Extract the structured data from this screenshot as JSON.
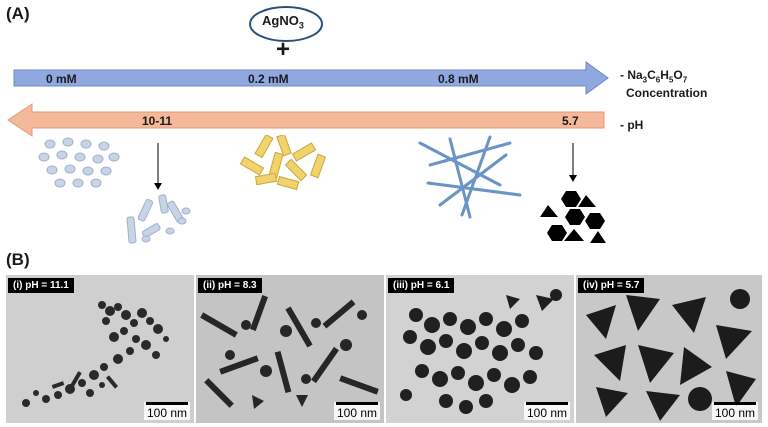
{
  "panel_a": {
    "label": "(A)",
    "reagent": "AgNO",
    "reagent_sub": "3",
    "plus": "+",
    "citrate_axis": {
      "ticks": [
        "0 mM",
        "0.2 mM",
        "0.8 mM"
      ],
      "label_prefix": "- Na",
      "label_parts": [
        {
          "t": "C",
          "s": "6"
        },
        {
          "t": "H",
          "s": "5"
        },
        {
          "t": "O",
          "s": "7"
        }
      ],
      "label_n3": "3",
      "label_line2": "Concentration",
      "color": "#8fa8e0"
    },
    "ph_axis": {
      "left_value": "10-11",
      "right_value": "5.7",
      "label": "- pH",
      "color": "#f4b89a"
    }
  },
  "panel_b": {
    "label": "(B)",
    "images": [
      {
        "tag": "(i) pH = 11.1",
        "scale": "100 nm"
      },
      {
        "tag": "(ii) pH = 8.3",
        "scale": "100 nm"
      },
      {
        "tag": "(iii) pH = 6.1",
        "scale": "100 nm"
      },
      {
        "tag": "(iv) pH = 5.7",
        "scale": "100 nm"
      }
    ]
  },
  "colors": {
    "spheres": "#b8c7dc",
    "rods": "#b8c7dc",
    "prisms": "#f2d36b",
    "wires": "#6a93c6",
    "polyhedra": "#000000",
    "reagent_ellipse": "#2c4f7a"
  }
}
